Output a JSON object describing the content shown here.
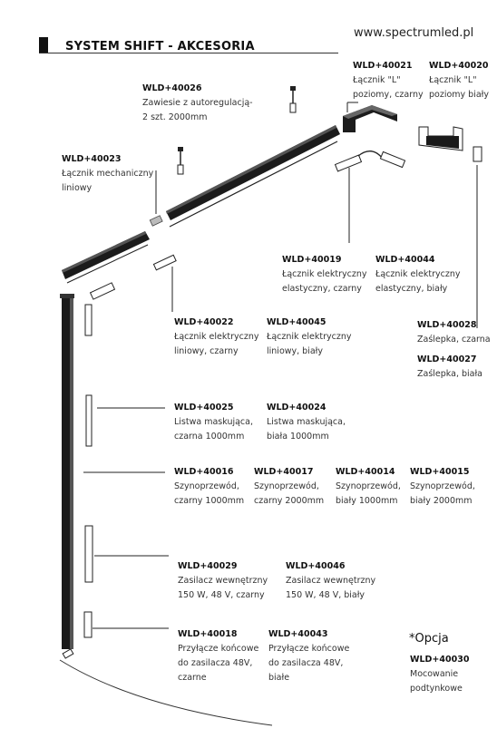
{
  "header": {
    "title": "SYSTEM SHIFT - AKCESORIA",
    "url": "www.spectrumled.pl"
  },
  "items": [
    {
      "code": "WLD+40026",
      "desc": "Zawiesie z autoregulacją-\n2 szt. 2000mm"
    },
    {
      "code": "WLD+40021",
      "desc": "Łącznik \"L\"\npoziomy, czarny"
    },
    {
      "code": "WLD+40020",
      "desc": "Łącznik \"L\"\npoziomy biały"
    },
    {
      "code": "WLD+40023",
      "desc": "Łącznik mechaniczny\nliniowy"
    },
    {
      "code": "WLD+40019",
      "desc": "Łącznik elektryczny\nelastyczny, czarny"
    },
    {
      "code": "WLD+40044",
      "desc": "Łącznik elektryczny\nelastyczny, biały"
    },
    {
      "code": "WLD+40022",
      "desc": "Łącznik elektryczny\nliniowy, czarny"
    },
    {
      "code": "WLD+40045",
      "desc": "Łącznik elektryczny\nliniowy, biały"
    },
    {
      "code": "WLD+40028",
      "desc": "Zaślepka, czarna"
    },
    {
      "code": "WLD+40027",
      "desc": "Zaślepka, biała"
    },
    {
      "code": "WLD+40025",
      "desc": "Listwa maskująca,\nczarna 1000mm"
    },
    {
      "code": "WLD+40024",
      "desc": "Listwa maskująca,\nbiała 1000mm"
    },
    {
      "code": "WLD+40016",
      "desc": "Szynoprzewód,\nczarny 1000mm"
    },
    {
      "code": "WLD+40017",
      "desc": "Szynoprzewód,\nczarny 2000mm"
    },
    {
      "code": "WLD+40014",
      "desc": "Szynoprzewód,\nbiały 1000mm"
    },
    {
      "code": "WLD+40015",
      "desc": "Szynoprzewód,\nbiały 2000mm"
    },
    {
      "code": "WLD+40029",
      "desc": "Zasilacz wewnętrzny\n150 W, 48 V, czarny"
    },
    {
      "code": "WLD+40046",
      "desc": "Zasilacz wewnętrzny\n150 W, 48 V, biały"
    },
    {
      "code": "WLD+40018",
      "desc": "Przyłącze końcowe\ndo zasilacza 48V,\nczarne"
    },
    {
      "code": "WLD+40043",
      "desc": "Przyłącze końcowe\ndo zasilacza 48V,\nbiałe"
    },
    {
      "code": "WLD+40030",
      "desc": "Mocowanie\npodtynkowe"
    }
  ],
  "option_label": "*Opcja"
}
